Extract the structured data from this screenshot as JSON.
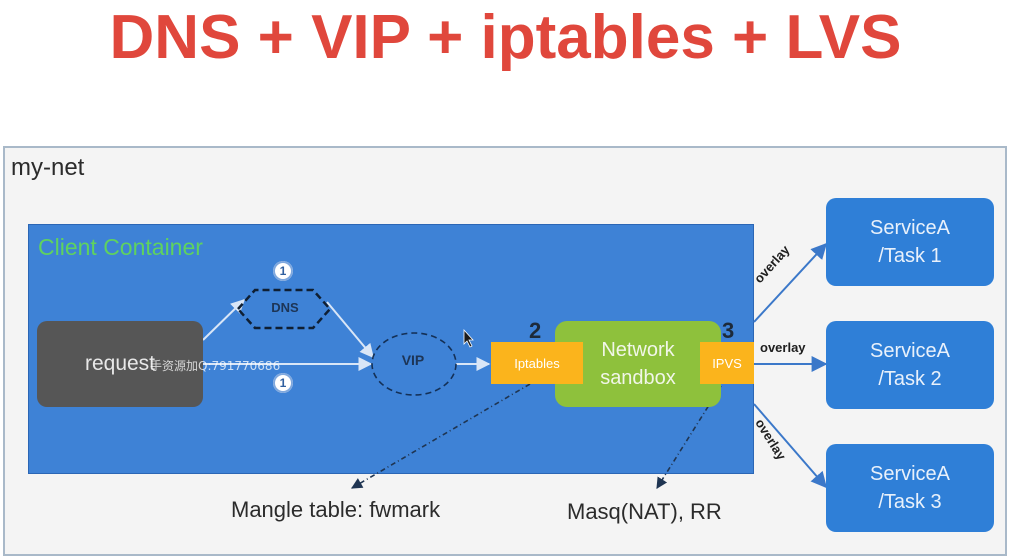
{
  "title": "DNS + VIP + iptables + LVS",
  "network": {
    "label": "my-net"
  },
  "client": {
    "label": "Client Container"
  },
  "nodes": {
    "request": "request",
    "dns": "DNS",
    "vip": "VIP",
    "iptables": "Iptables",
    "sandbox_line1": "Network",
    "sandbox_line2": "sandbox",
    "ipvs": "IPVS"
  },
  "steps": {
    "dns_badge": "1",
    "vip_badge": "1",
    "iptables_num": "2",
    "ipvs_num": "3"
  },
  "watermark": "手资源加Q:791770686",
  "overlay_labels": [
    "overlay",
    "overlay",
    "overlay"
  ],
  "services": [
    {
      "line1": "ServiceA",
      "line2": "/Task 1"
    },
    {
      "line1": "ServiceA",
      "line2": "/Task 2"
    },
    {
      "line1": "ServiceA",
      "line2": "/Task 3"
    }
  ],
  "annotations": {
    "mangle": "Mangle table: fwmark",
    "masq": "Masq(NAT), RR"
  },
  "colors": {
    "title": "#e0473c",
    "client_bg": "#3e82d6",
    "sandbox": "#8ec13c",
    "tag": "#fbb41c",
    "service": "#2f7fd7"
  }
}
